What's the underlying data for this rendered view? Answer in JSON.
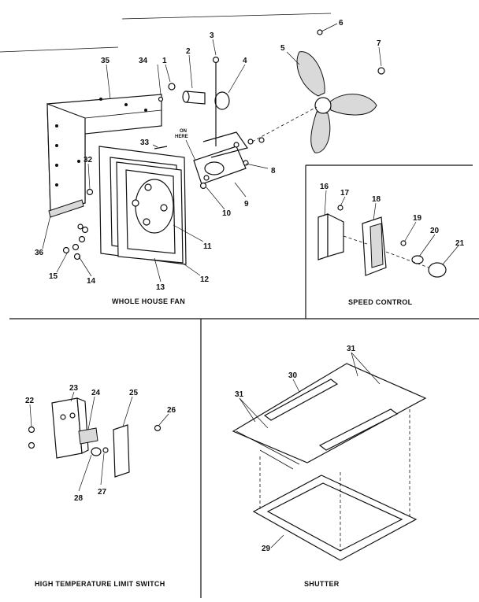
{
  "sections": {
    "whole_house_fan": "WHOLE HOUSE FAN",
    "speed_control": "SPEED CONTROL",
    "high_temp_limit_switch": "HIGH TEMPERATURE LIMIT SWITCH",
    "shutter": "SHUTTER"
  },
  "frame_annotation": {
    "line1": "ON",
    "line2": "HERE"
  },
  "callouts": {
    "p1": "1",
    "p2": "2",
    "p3": "3",
    "p4": "4",
    "p5": "5",
    "p6": "6",
    "p7": "7",
    "p8": "8",
    "p9": "9",
    "p10": "10",
    "p11": "11",
    "p12": "12",
    "p13": "13",
    "p14": "14",
    "p15": "15",
    "p16": "16",
    "p17": "17",
    "p18": "18",
    "p19": "19",
    "p20": "20",
    "p21": "21",
    "p22": "22",
    "p23": "23",
    "p24": "24",
    "p25": "25",
    "p26": "26",
    "p27": "27",
    "p28": "28",
    "p29": "29",
    "p30": "30",
    "p31a": "31",
    "p31b": "31",
    "p32": "32",
    "p33": "33",
    "p34": "34",
    "p35": "35",
    "p36": "36"
  }
}
